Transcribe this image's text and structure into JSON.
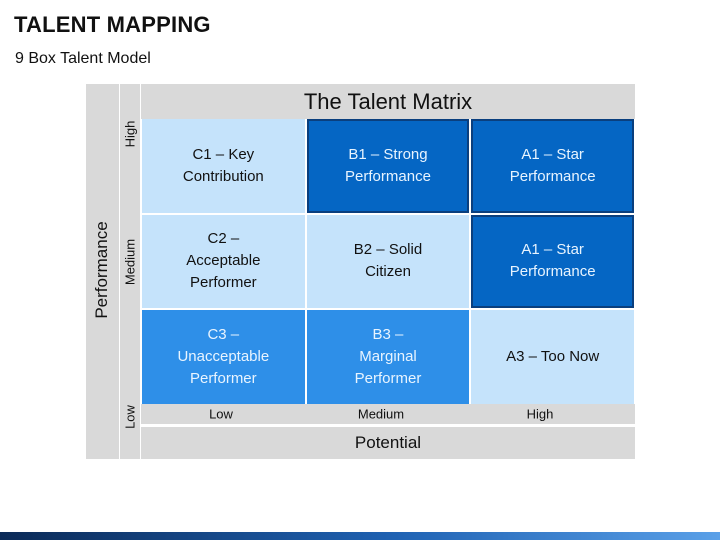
{
  "header": {
    "title": "TALENT MAPPING",
    "subtitle": "9 Box Talent Model"
  },
  "matrix": {
    "title": "The Talent Matrix",
    "y_axis_label": "Performance",
    "x_axis_label": "Potential",
    "y_levels": [
      "High",
      "Medium",
      "Low"
    ],
    "x_levels": [
      "Low",
      "Medium",
      "High"
    ],
    "rows": [
      [
        {
          "lines": [
            "C1 – Key",
            "Contribution"
          ],
          "tone": "pale"
        },
        {
          "lines": [
            "B1 – Strong",
            "Performance"
          ],
          "tone": "dark"
        },
        {
          "lines": [
            "A1 – Star",
            "Performance"
          ],
          "tone": "dark"
        }
      ],
      [
        {
          "lines": [
            "C2 –",
            "Acceptable",
            "Performer"
          ],
          "tone": "pale"
        },
        {
          "lines": [
            "B2 – Solid",
            "Citizen"
          ],
          "tone": "pale"
        },
        {
          "lines": [
            "A1 – Star",
            "Performance"
          ],
          "tone": "dark"
        }
      ],
      [
        {
          "lines": [
            "C3 –",
            "Unacceptable",
            "Performer"
          ],
          "tone": "bright"
        },
        {
          "lines": [
            "B3 –",
            "Marginal",
            "Performer"
          ],
          "tone": "bright"
        },
        {
          "lines": [
            "A3 – Too Now"
          ],
          "tone": "pale"
        }
      ]
    ]
  }
}
